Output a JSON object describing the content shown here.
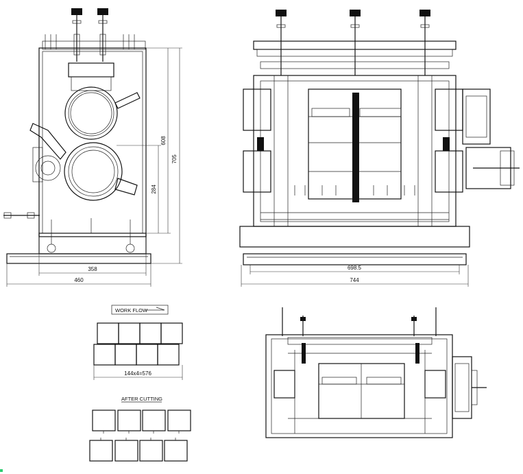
{
  "dimensions": {
    "front_width_inner": "358",
    "front_width_outer": "460",
    "front_height_inner": "608",
    "front_height_outer": "705",
    "front_center_height": "284",
    "side_width_inner": "698.5",
    "side_width_outer": "744"
  },
  "workflow": {
    "title": "WORK FLOW",
    "dimension": "144x4=576"
  },
  "after_cutting": {
    "title": "AFTER CUTTING"
  },
  "colors": {
    "line": "#111111",
    "background": "#ffffff",
    "corner_mark": "#2ecc71"
  }
}
